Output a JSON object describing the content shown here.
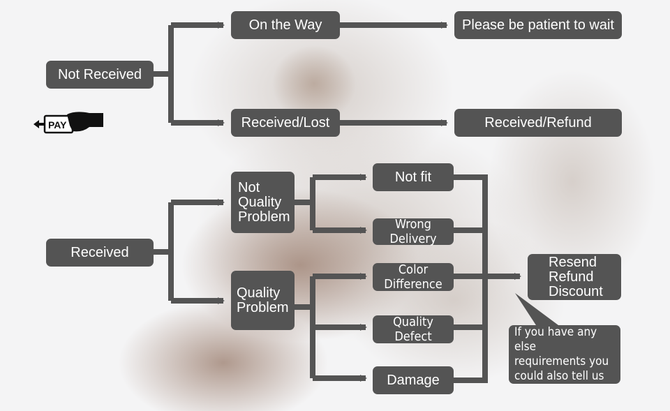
{
  "nodes": {
    "not_received": "Not Received",
    "on_the_way": "On the Way",
    "please_wait": "Please be patient to wait",
    "received_lost": "Received/Lost",
    "received_refund": "Received/Refund",
    "received": "Received",
    "not_quality_problem": "Not\nQuality\nProblem",
    "quality_problem": "Quality\nProblem",
    "not_fit": "Not fit",
    "wrong_delivery": "Wrong Delivery",
    "color_difference": "Color Difference",
    "quality_defect": "Quality Defect",
    "damage": "Damage",
    "resend_refund_discount": "Resend\nRefund\nDiscount",
    "note": "If you have any else\nrequirements you\ncould also tell us"
  },
  "pay_icon": {
    "label": "PAY",
    "name": "pay-hand-icon"
  },
  "colors": {
    "box": "#545454",
    "text": "#ffffff",
    "connector": "#545454"
  }
}
